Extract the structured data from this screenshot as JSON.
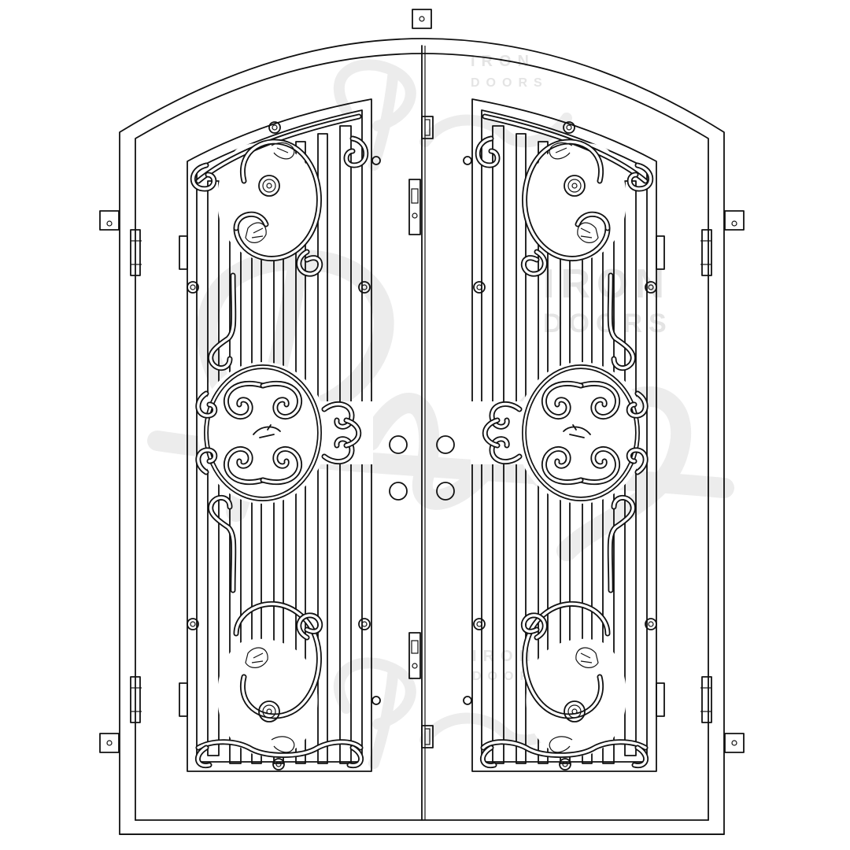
{
  "watermark": {
    "brand_script": "Pink's",
    "line1": "IRON",
    "line2": "DOORS"
  },
  "door": {
    "style": "double arched wrought iron door",
    "leaves": 2,
    "stroke_color": "#111111",
    "background_color": "#ffffff",
    "watermark_color": "#e6e6e6"
  }
}
